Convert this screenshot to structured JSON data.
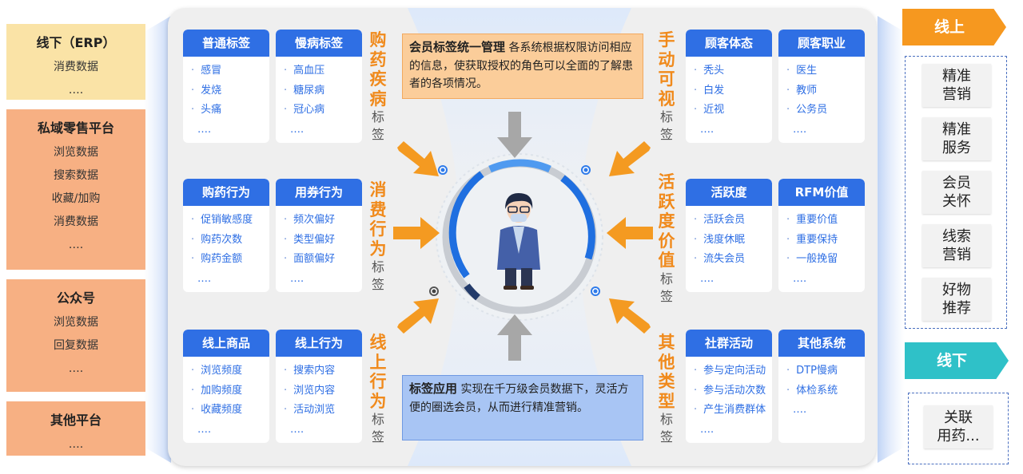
{
  "sources": [
    {
      "title": "线下（ERP）",
      "items": [
        "消费数据",
        "…."
      ]
    },
    {
      "title": "私域零售平台",
      "items": [
        "浏览数据",
        "搜索数据",
        "收藏/加购",
        "消费数据",
        "…."
      ]
    },
    {
      "title": "公众号",
      "items": [
        "浏览数据",
        "回复数据",
        "…."
      ]
    },
    {
      "title": "其他平台",
      "items": [
        "…."
      ]
    }
  ],
  "cards": [
    {
      "title": "普通标签",
      "items": [
        "感冒",
        "发烧",
        "头痛",
        "…."
      ]
    },
    {
      "title": "慢病标签",
      "items": [
        "高血压",
        "糖尿病",
        "冠心病",
        "…."
      ]
    },
    {
      "title": "购药行为",
      "items": [
        "促销敏感度",
        "购药次数",
        "购药金额",
        "…."
      ]
    },
    {
      "title": "用券行为",
      "items": [
        "频次偏好",
        "类型偏好",
        "面额偏好",
        "…."
      ]
    },
    {
      "title": "线上商品",
      "items": [
        "浏览频度",
        "加购频度",
        "收藏频度",
        "…."
      ]
    },
    {
      "title": "线上行为",
      "items": [
        "搜索内容",
        "浏览内容",
        "活动浏览",
        "…."
      ]
    },
    {
      "title": "顾客体态",
      "items": [
        "秃头",
        "白发",
        "近视",
        "…."
      ]
    },
    {
      "title": "顾客职业",
      "items": [
        "医生",
        "教师",
        "公务员",
        "…."
      ]
    },
    {
      "title": "活跃度",
      "items": [
        "活跃会员",
        "浅度休眠",
        "流失会员",
        "…."
      ]
    },
    {
      "title": "RFM价值",
      "items": [
        "重要价值",
        "重要保持",
        "一般挽留",
        "…."
      ]
    },
    {
      "title": "社群活动",
      "items": [
        "参与定向活动",
        "参与活动次数",
        "产生消费群体",
        "…."
      ]
    },
    {
      "title": "其他系统",
      "items": [
        "DTP慢病",
        "体检系统",
        "…."
      ]
    }
  ],
  "labels": [
    {
      "big": "购药疾病",
      "small": "标签"
    },
    {
      "big": "消费行为",
      "small": "标签"
    },
    {
      "big": "线上行为",
      "small": "标签"
    },
    {
      "big": "手动可视",
      "small": "标签"
    },
    {
      "big": "活跃度价值",
      "small": "标签"
    },
    {
      "big": "其他类型",
      "small": "标签"
    }
  ],
  "notes": {
    "top_title": "会员标签统一管理",
    "top_text": "各系统根据权限访问相应的信息，使获取授权的角色可以全面的了解患者的各项情况。",
    "bottom_title": "标签应用",
    "bottom_text": "实现在千万级会员数据下，灵活方便的圈选会员，从而进行精准营销。"
  },
  "right": {
    "online_tag": "线上",
    "online_items": [
      "精准\n营销",
      "精准\n服务",
      "会员\n关怀",
      "线索\n营销",
      "好物\n推荐"
    ],
    "offline_tag": "线下",
    "offline_items": [
      "关联\n用药..."
    ]
  },
  "icons": [
    "person-avatar-icon",
    "arrow-icon"
  ],
  "colors": {
    "card_header": "#2f6fe4",
    "label_orange": "#f08a1c",
    "online": "#f6981f",
    "offline": "#2fc1c8"
  }
}
